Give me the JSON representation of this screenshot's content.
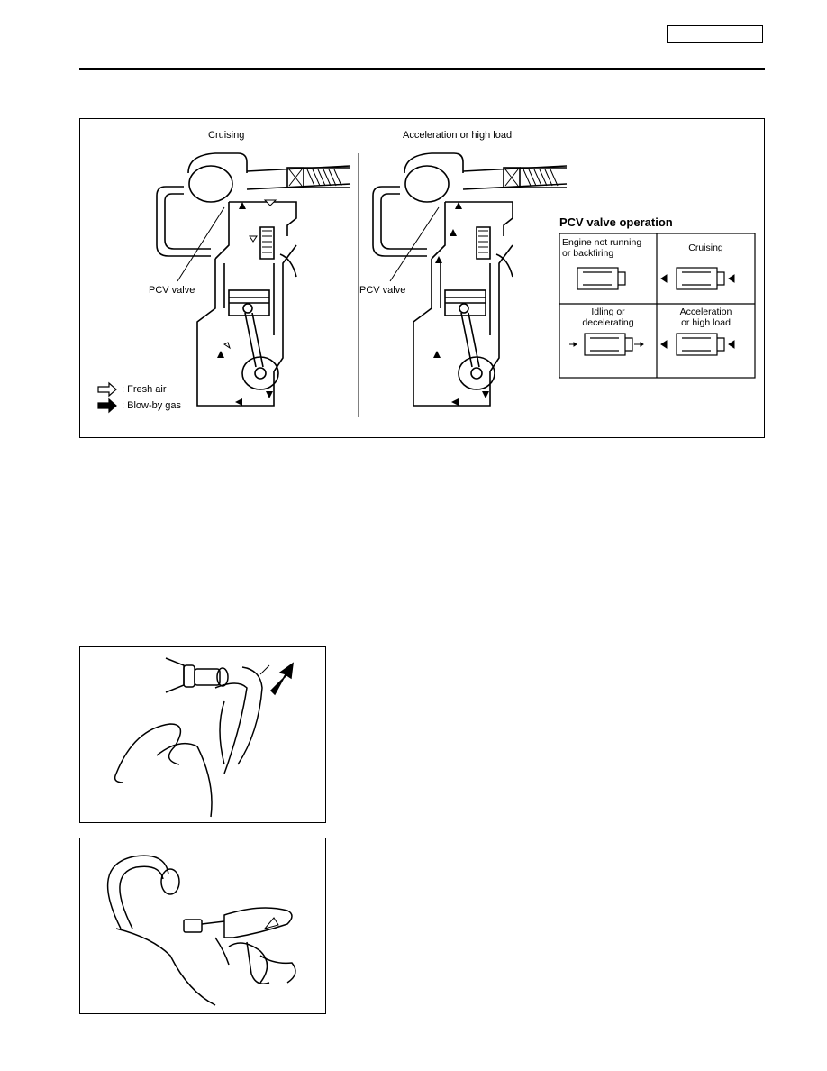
{
  "header": {
    "section_tab": ""
  },
  "diagram": {
    "left_caption": "Cruising",
    "right_caption": "Acceleration or high load",
    "left_pcv_label": "PCV valve",
    "right_pcv_label": "PCV valve",
    "legend": [
      {
        "icon": "hollow-arrow-icon",
        "label": ": Fresh air"
      },
      {
        "icon": "solid-arrow-icon",
        "label": ": Blow-by gas"
      }
    ],
    "pcv_operation": {
      "title": "PCV valve operation",
      "cells": [
        {
          "label_line1": "Engine not running",
          "label_line2": "or backfiring"
        },
        {
          "label_line1": "Cruising",
          "label_line2": ""
        },
        {
          "label_line1": "Idling or",
          "label_line2": "decelerating"
        },
        {
          "label_line1": "Acceleration",
          "label_line2": "or high load"
        }
      ]
    }
  },
  "photos": [
    {
      "name": "pcv-valve-finger-check"
    },
    {
      "name": "hose-air-blow-check"
    }
  ]
}
